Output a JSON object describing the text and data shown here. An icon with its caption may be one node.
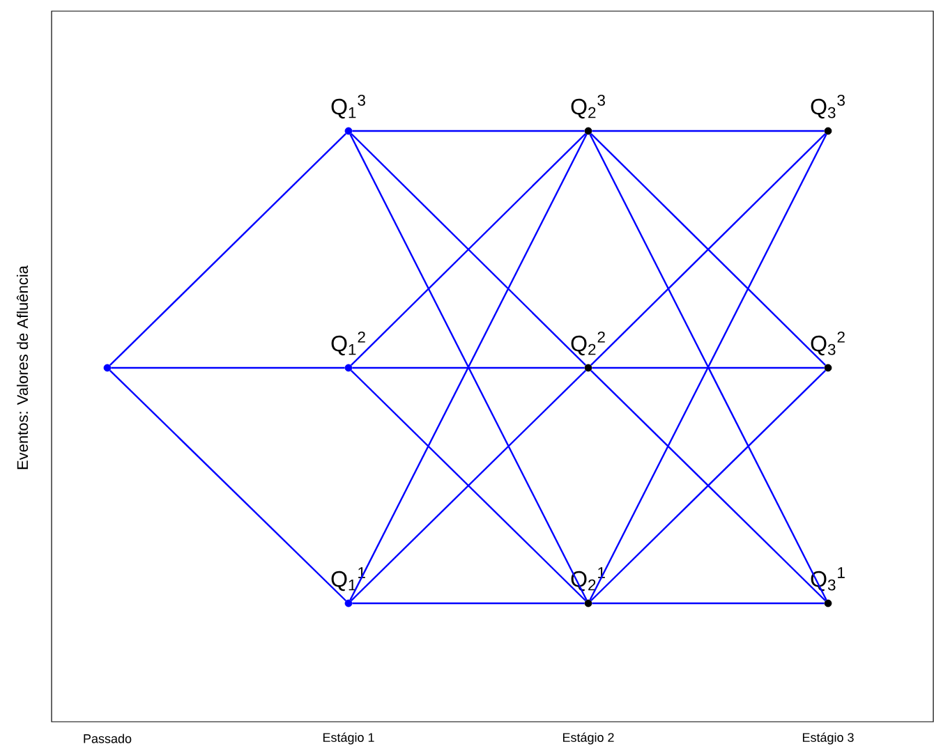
{
  "diagram": {
    "nodes": [
      {
        "text": [],
        "shape": "circle"
      },
      {
        "text": [
          "Q$_{1}$$^{3}$"
        ]
      },
      {
        "text": [
          "Q$_{1}$$^{2}$"
        ]
      },
      {
        "text": [
          "Q$_{1}$$^{1}$"
        ]
      },
      {
        "text": [
          "Q$_{2}$$^{3}$"
        ]
      },
      {
        "text": [
          "Q$_{2}$$^{2}$"
        ]
      },
      {
        "text": [
          "Q$_{2}$$^{1}$"
        ]
      },
      {
        "text": [
          "Q$_{3}$$^{3}$"
        ]
      },
      {
        "text": [
          "Q$_{3}$$^{2}$"
        ]
      },
      {
        "text": [
          "Q$_{3}$$^{1}$"
        ]
      }
    ],
    "edges": [
      {
        "from": 0,
        "to": 1,
        "arrow": "none"
      },
      {
        "from": 0,
        "to": 2,
        "arrow": "none"
      },
      {
        "from": 0,
        "to": 3,
        "arrow": "none"
      },
      {
        "from": 1,
        "to": 4,
        "arrow": "none"
      },
      {
        "from": 1,
        "to": 5,
        "arrow": "none"
      },
      {
        "from": 1,
        "to": 6,
        "arrow": "none"
      },
      {
        "from": 2,
        "to": 4,
        "arrow": "none"
      },
      {
        "from": 2,
        "to": 5,
        "arrow": "none"
      },
      {
        "from": 2,
        "to": 6,
        "arrow": "none"
      },
      {
        "from": 3,
        "to": 4,
        "arrow": "none"
      },
      {
        "from": 3,
        "to": 5,
        "arrow": "none"
      },
      {
        "from": 3,
        "to": 6,
        "arrow": "none"
      },
      {
        "from": 4,
        "to": 7,
        "arrow": "none"
      },
      {
        "from": 4,
        "to": 8,
        "arrow": "none"
      },
      {
        "from": 4,
        "to": 9,
        "arrow": "none"
      },
      {
        "from": 5,
        "to": 7,
        "arrow": "none"
      },
      {
        "from": 5,
        "to": 8,
        "arrow": "none"
      },
      {
        "from": 5,
        "to": 9,
        "arrow": "none"
      },
      {
        "from": 6,
        "to": 7,
        "arrow": "none"
      },
      {
        "from": 6,
        "to": 8,
        "arrow": "none"
      },
      {
        "from": 6,
        "to": 9,
        "arrow": "none"
      }
    ],
    "labels": [
      "Eventos: Valores de Afluência",
      "Passado",
      "Estágio 1",
      "Estágio 2",
      "Estágio 3"
    ]
  }
}
